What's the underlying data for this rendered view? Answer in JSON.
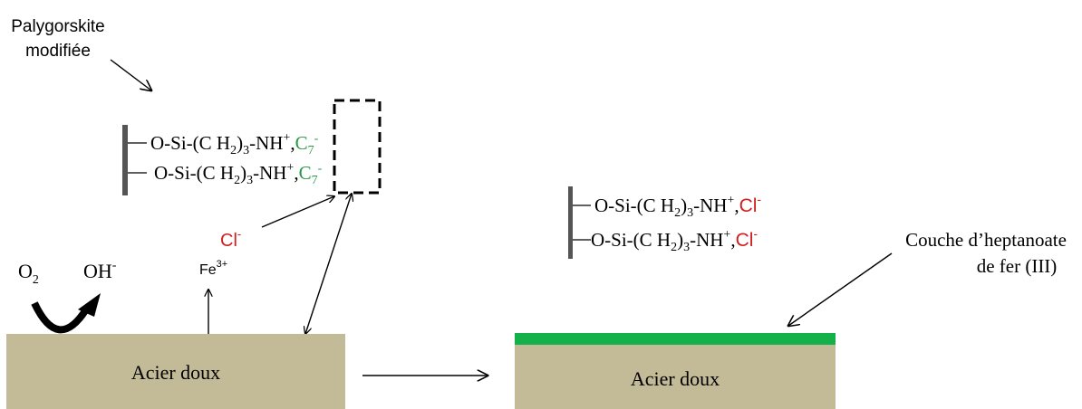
{
  "label_palygorskite": {
    "line1": "Palygorskite",
    "line2": "modifiée"
  },
  "left_formula": {
    "row1": {
      "prefix": "O-Si-(C H",
      "sub1": "2",
      "mid": ")",
      "sub2": "3",
      "group": "-NH",
      "sup": "+",
      "sep": ",",
      "counter": "C",
      "counter_sub": "7",
      "counter_sup": "-"
    },
    "row2": {
      "prefix": "O-Si-(C H",
      "sub1": "2",
      "mid": ")",
      "sub2": "3",
      "group": "-NH",
      "sup": "+",
      "sep": ",",
      "counter": "C",
      "counter_sub": "7",
      "counter_sup": "-"
    }
  },
  "chloride": {
    "symbol": "Cl",
    "charge": "-"
  },
  "oxygen": {
    "symbol": "O",
    "sub": "2"
  },
  "hydroxide": {
    "symbol": "OH",
    "charge": "-"
  },
  "iron_ion": {
    "symbol": "Fe",
    "charge": "3+"
  },
  "left_substrate": {
    "label": "Acier doux"
  },
  "right_substrate": {
    "label": "Acier doux"
  },
  "right_formula": {
    "row1": {
      "prefix": "O-Si-(C H",
      "sub1": "2",
      "mid": ")",
      "sub2": "3",
      "group": "-NH",
      "sup": "+",
      "sep": ",",
      "counter": "Cl",
      "counter_sup": "-"
    },
    "row2": {
      "prefix": "O-Si-(C H",
      "sub1": "2",
      "mid": ")",
      "sub2": "3",
      "group": "-NH",
      "sup": "+",
      "sep": ",",
      "counter": "Cl",
      "counter_sup": "-"
    }
  },
  "label_layer": {
    "line1": "Couche d’heptanoate",
    "line2": "de fer (III)"
  },
  "colors": {
    "substrate": "#c3bb97",
    "green_text": "#2a9a4a",
    "green_layer": "#14b04a",
    "red_text": "#d01f1f",
    "bar": "#555555"
  }
}
